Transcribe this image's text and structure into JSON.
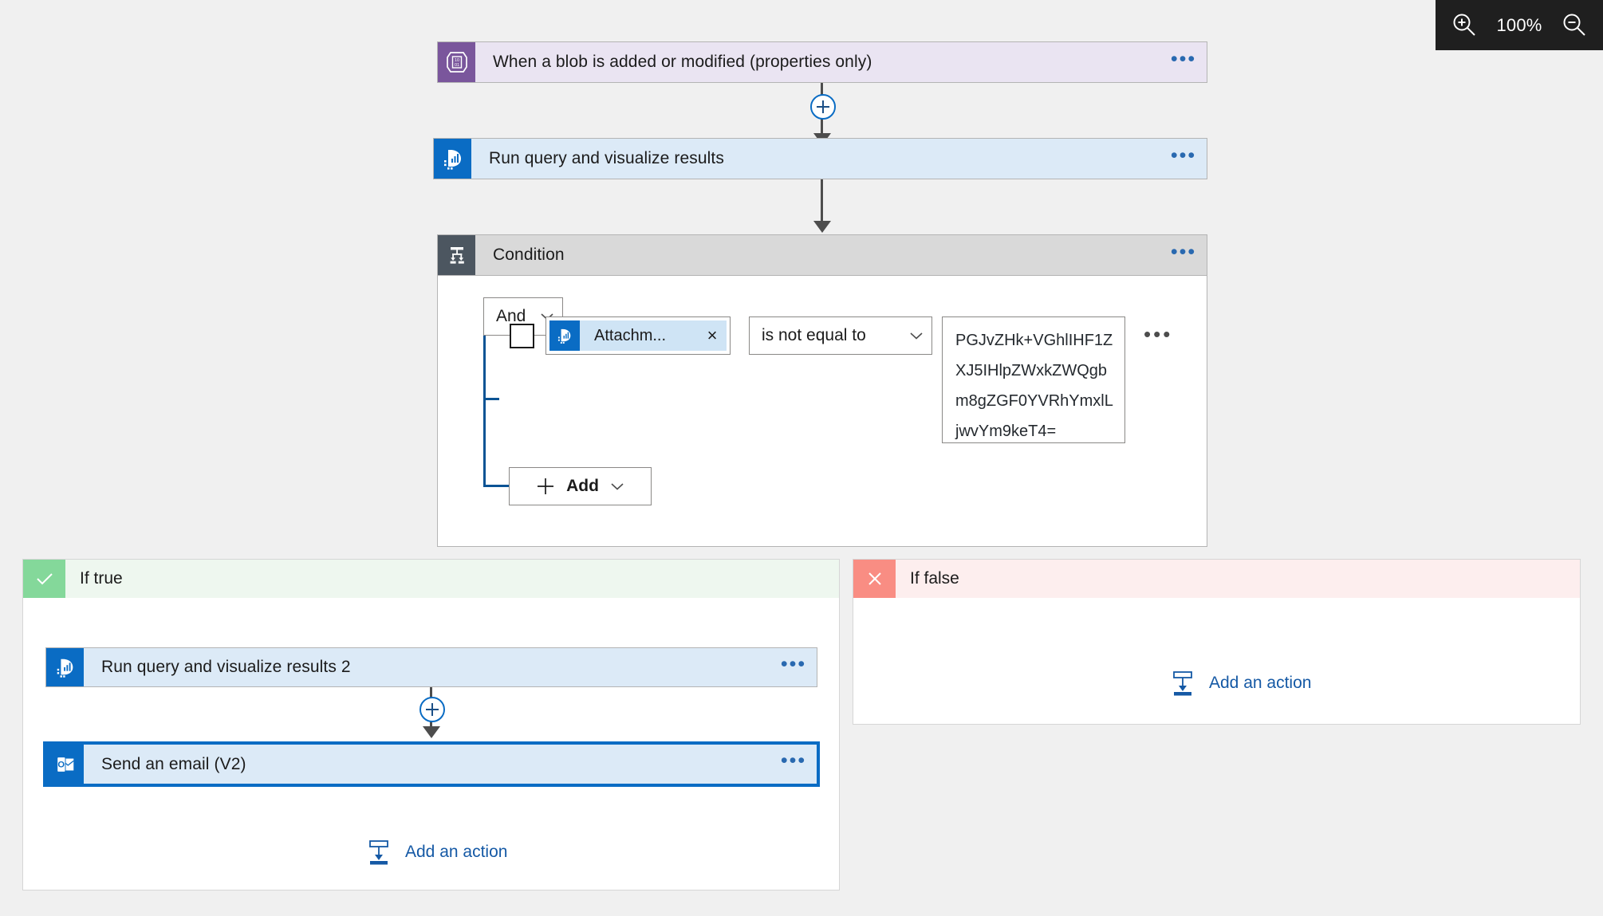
{
  "zoom": {
    "level": "100%",
    "zoom_in_icon": "magnifier-plus-icon",
    "zoom_out_icon": "magnifier-minus-icon"
  },
  "flow": {
    "trigger": {
      "title": "When a blob is added or modified (properties only)",
      "icon": "azure-blob-storage-icon",
      "menu": "•••"
    },
    "action_kusto": {
      "title": "Run query and visualize results",
      "icon": "azure-data-explorer-icon",
      "menu": "•••"
    },
    "condition": {
      "title": "Condition",
      "icon": "condition-branch-icon",
      "menu": "•••",
      "logic_operator": "And",
      "row": {
        "checkbox_checked": false,
        "token_label": "Attachm...",
        "token_icon": "azure-data-explorer-icon",
        "token_remove": "×",
        "operator": "is not equal to",
        "value": "PGJvZHk+VGhlIHF1ZXJ5IHlpZWxkZWQgbm8gZGF0YVRhYmxlLjwvYm9keT4=",
        "value_lines": [
          "PGJvZHk+VGhlIHF1ZX",
          "J5IHlpZWxkZWQgbm8",
          "gZGF0YVRhYmxlLjwvY",
          "m9keT4="
        ],
        "row_menu": "•••"
      },
      "add_button": "Add"
    },
    "branch_true": {
      "label": "If true",
      "icon": "checkmark-icon",
      "actions": [
        {
          "title": "Run query and visualize results 2",
          "icon": "azure-data-explorer-icon",
          "menu": "•••",
          "selected": false
        },
        {
          "title": "Send an email (V2)",
          "icon": "outlook-icon",
          "menu": "•••",
          "selected": true
        }
      ],
      "add_action_label": "Add an action",
      "add_action_icon": "add-action-icon"
    },
    "branch_false": {
      "label": "If false",
      "icon": "close-x-icon",
      "actions": [],
      "add_action_label": "Add an action",
      "add_action_icon": "add-action-icon"
    }
  },
  "colors": {
    "canvas": "#f0f0f0",
    "accent_blue": "#0a6cc4",
    "blob_purple": "#7a569c",
    "condition_gray": "#4c5660",
    "true_green": "#84d89a",
    "false_red": "#f98d83",
    "card_blue_fill": "#dceaf7",
    "trigger_fill": "#eae4f2"
  }
}
